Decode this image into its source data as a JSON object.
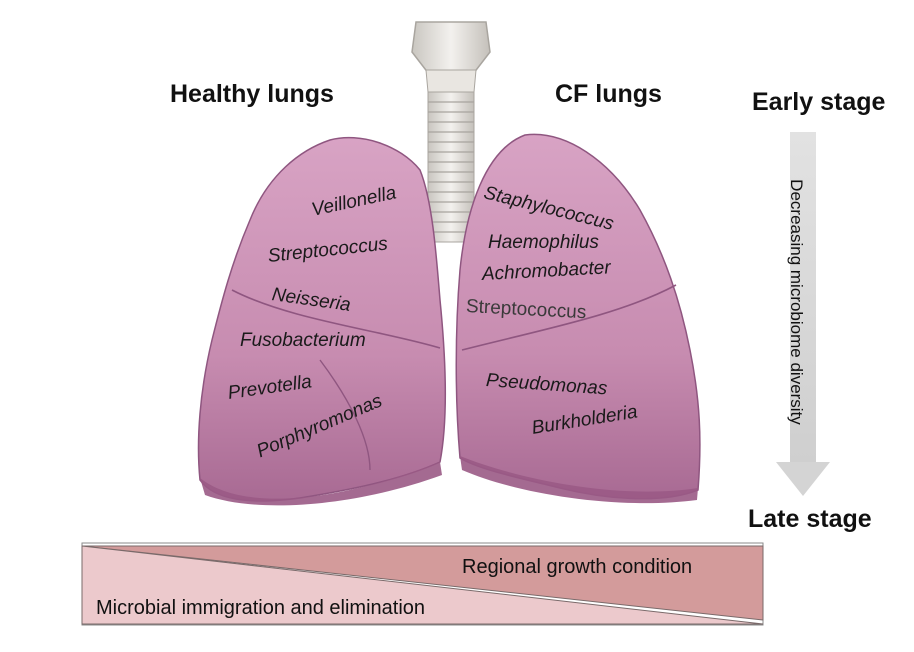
{
  "headings": {
    "healthy": "Healthy lungs",
    "cf": "CF lungs",
    "early": "Early stage",
    "late": "Late stage"
  },
  "healthy_bacteria": [
    "Veillonella",
    "Streptococcus",
    "Neisseria",
    "Fusobacterium",
    "Prevotella",
    "Porphyromonas"
  ],
  "cf_bacteria": [
    "Staphylococcus",
    "Haemophilus",
    "Achromobacter",
    "Streptococcus",
    "Pseudomonas",
    "Burkholderia"
  ],
  "arrow_label": "Decreasing microbiome diversity",
  "wedges": {
    "regional": "Regional growth condition",
    "immigration": "Microbial immigration and elimination"
  },
  "colors": {
    "lung": "#c98bb0",
    "lung_dark": "#9a5a85",
    "trachea": "#e4e1dc",
    "arrow": "#d9d9d9",
    "wedge_top": "#d39b9b",
    "wedge_bottom": "#ecc9cc"
  }
}
